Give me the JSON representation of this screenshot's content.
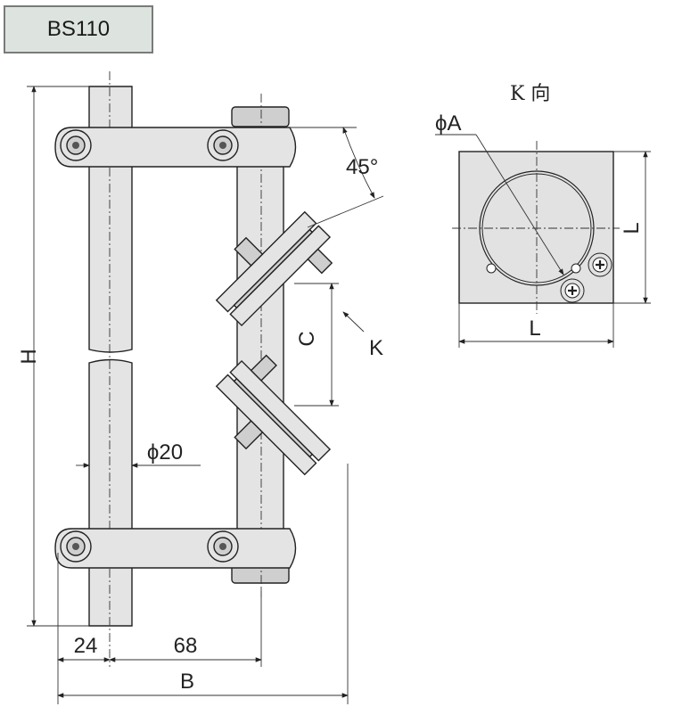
{
  "model": "BS110",
  "k_view": {
    "title": "K 向",
    "diameter_label": "ϕA",
    "width_label": "L",
    "height_label": "L"
  },
  "dimensions": {
    "height": "H",
    "total_width": "B",
    "offset_left": "24",
    "rod_spacing": "68",
    "rod_diameter": "ϕ20",
    "mirror_gap": "C",
    "view_arrow": "K",
    "angle": "45°"
  }
}
